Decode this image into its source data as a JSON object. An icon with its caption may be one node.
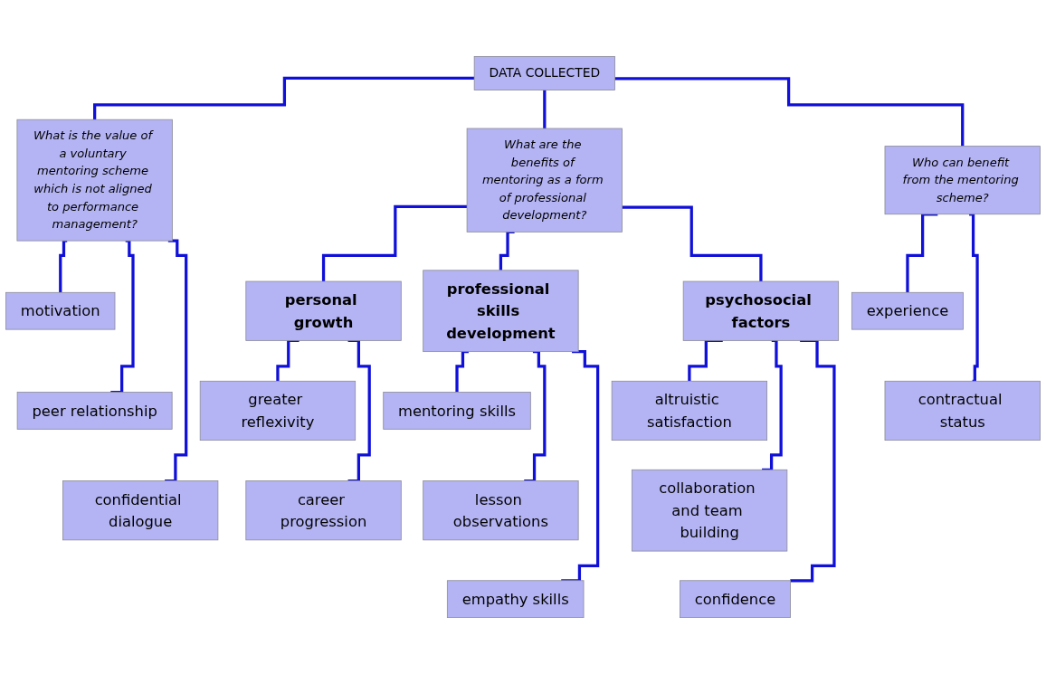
{
  "diagram": {
    "nodes": [
      {
        "text": [
          "DATA COLLECTED"
        ]
      },
      {
        "text": [
          "What is the value of a voluntary mentoring scheme which is not aligned to performance management?"
        ]
      },
      {
        "text": [
          "What are the benefits of mentoring as a form of professional development?"
        ]
      },
      {
        "text": [
          "Who can benefit from the mentoring scheme?"
        ]
      },
      {
        "text": [
          "motivation"
        ]
      },
      {
        "text": [
          "peer relationship"
        ]
      },
      {
        "text": [
          "confidential dialogue"
        ]
      },
      {
        "text": [
          "personal growth"
        ]
      },
      {
        "text": [
          "professional skills development"
        ]
      },
      {
        "text": [
          "psychosocial factors"
        ]
      },
      {
        "text": [
          "greater reflexivity"
        ]
      },
      {
        "text": [
          "career progression"
        ]
      },
      {
        "text": [
          "mentoring skills"
        ]
      },
      {
        "text": [
          "lesson observations"
        ]
      },
      {
        "text": [
          "empathy skills"
        ]
      },
      {
        "text": [
          "altruistic satisfaction"
        ]
      },
      {
        "text": [
          "collaboration and team building"
        ]
      },
      {
        "text": [
          "confidence"
        ]
      },
      {
        "text": [
          "experience"
        ]
      },
      {
        "text": [
          "contractual status"
        ]
      }
    ],
    "edges": [
      {
        "from": 0,
        "to": 1,
        "arrow": "none"
      },
      {
        "from": 0,
        "to": 2,
        "arrow": "none"
      },
      {
        "from": 0,
        "to": 3,
        "arrow": "none"
      },
      {
        "from": 1,
        "to": 4,
        "arrow": "none"
      },
      {
        "from": 1,
        "to": 5,
        "arrow": "none"
      },
      {
        "from": 1,
        "to": 6,
        "arrow": "none"
      },
      {
        "from": 2,
        "to": 7,
        "arrow": "none"
      },
      {
        "from": 2,
        "to": 8,
        "arrow": "none"
      },
      {
        "from": 2,
        "to": 9,
        "arrow": "none"
      },
      {
        "from": 7,
        "to": 10,
        "arrow": "none"
      },
      {
        "from": 7,
        "to": 11,
        "arrow": "none"
      },
      {
        "from": 8,
        "to": 12,
        "arrow": "none"
      },
      {
        "from": 8,
        "to": 13,
        "arrow": "none"
      },
      {
        "from": 8,
        "to": 14,
        "arrow": "none"
      },
      {
        "from": 9,
        "to": 15,
        "arrow": "none"
      },
      {
        "from": 9,
        "to": 16,
        "arrow": "none"
      },
      {
        "from": 9,
        "to": 17,
        "arrow": "none"
      },
      {
        "from": 3,
        "to": 18,
        "arrow": "none"
      },
      {
        "from": 3,
        "to": 19,
        "arrow": "none"
      }
    ]
  }
}
